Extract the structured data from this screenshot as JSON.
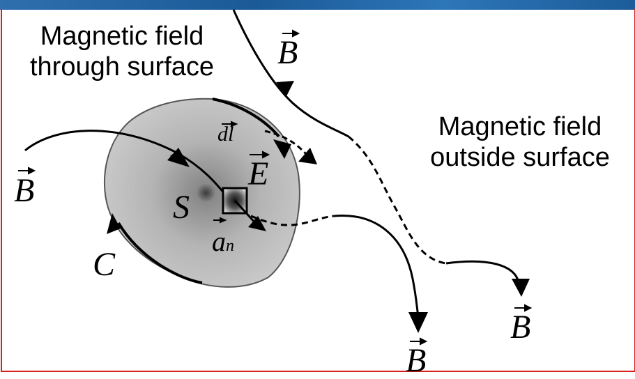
{
  "labels": {
    "through_line1": "Magnetic field",
    "through_line2": "through surface",
    "outside_line1": "Magnetic field",
    "outside_line2": "outside surface"
  },
  "symbols": {
    "field_top": "B",
    "field_left": "B",
    "field_bottom_mid": "B",
    "field_bottom_right": "B",
    "line_element": "dl",
    "electric_field": "E",
    "surface": "S",
    "contour": "C",
    "normal_base": "a",
    "normal_sub": "n"
  }
}
